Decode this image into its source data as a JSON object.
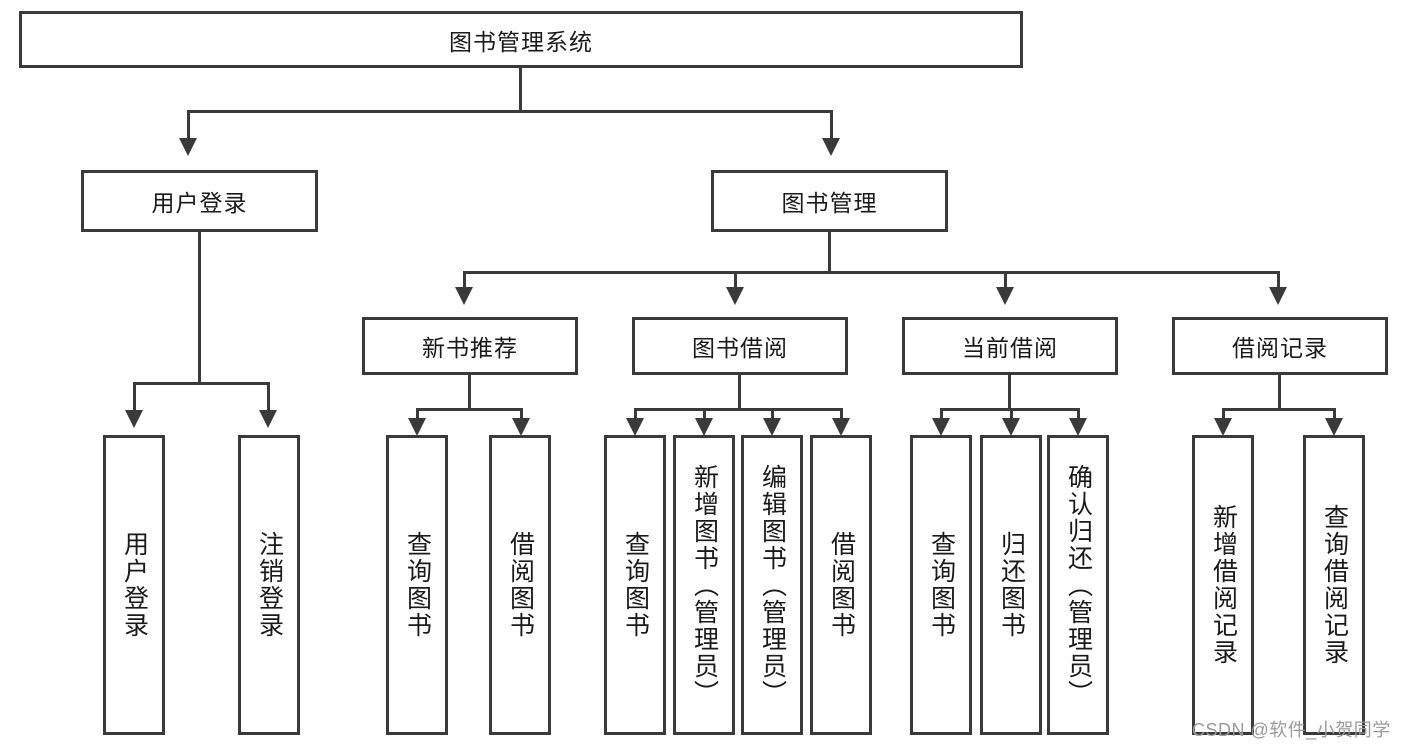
{
  "diagram": {
    "title": "图书管理系统",
    "type": "tree",
    "root": {
      "label": "图书管理系统",
      "children": [
        {
          "label": "用户登录",
          "children": [
            {
              "label": "用户登录"
            },
            {
              "label": "注销登录"
            }
          ]
        },
        {
          "label": "图书管理",
          "children": [
            {
              "label": "新书推荐",
              "children": [
                {
                  "label": "查询图书"
                },
                {
                  "label": "借阅图书"
                }
              ]
            },
            {
              "label": "图书借阅",
              "children": [
                {
                  "label": "查询图书"
                },
                {
                  "label": "新增图书（管理员）"
                },
                {
                  "label": "编辑图书（管理员）"
                },
                {
                  "label": "借阅图书"
                }
              ]
            },
            {
              "label": "当前借阅",
              "children": [
                {
                  "label": "查询图书"
                },
                {
                  "label": "归还图书"
                },
                {
                  "label": "确认归还（管理员）"
                }
              ]
            },
            {
              "label": "借阅记录",
              "children": [
                {
                  "label": "新增借阅记录"
                },
                {
                  "label": "查询借阅记录"
                }
              ]
            }
          ]
        }
      ]
    }
  },
  "nodes": {
    "root": "图书管理系统",
    "l1_user_login": "用户登录",
    "l1_book_mgmt": "图书管理",
    "l2_new_book_rec": "新书推荐",
    "l2_book_borrow": "图书借阅",
    "l2_current_borrow": "当前借阅",
    "l2_borrow_record": "借阅记录",
    "leaf_user_login": "用户登录",
    "leaf_logout": "注销登录",
    "leaf_query_book_a": "查询图书",
    "leaf_borrow_book_a": "借阅图书",
    "leaf_query_book_b": "查询图书",
    "leaf_add_book_admin": "新增图书（管理员）",
    "leaf_edit_book_admin": "编辑图书（管理员）",
    "leaf_borrow_book_b": "借阅图书",
    "leaf_query_book_c": "查询图书",
    "leaf_return_book": "归还图书",
    "leaf_confirm_return_admin": "确认归还（管理员）",
    "leaf_add_record": "新增借阅记录",
    "leaf_query_record": "查询借阅记录"
  },
  "watermark": {
    "text": "CSDN @软件_小贺同学"
  },
  "colors": {
    "stroke": "#3a3a3a",
    "background": "#ffffff",
    "text": "#1a1a1a",
    "watermark": "#9a9a9a"
  }
}
